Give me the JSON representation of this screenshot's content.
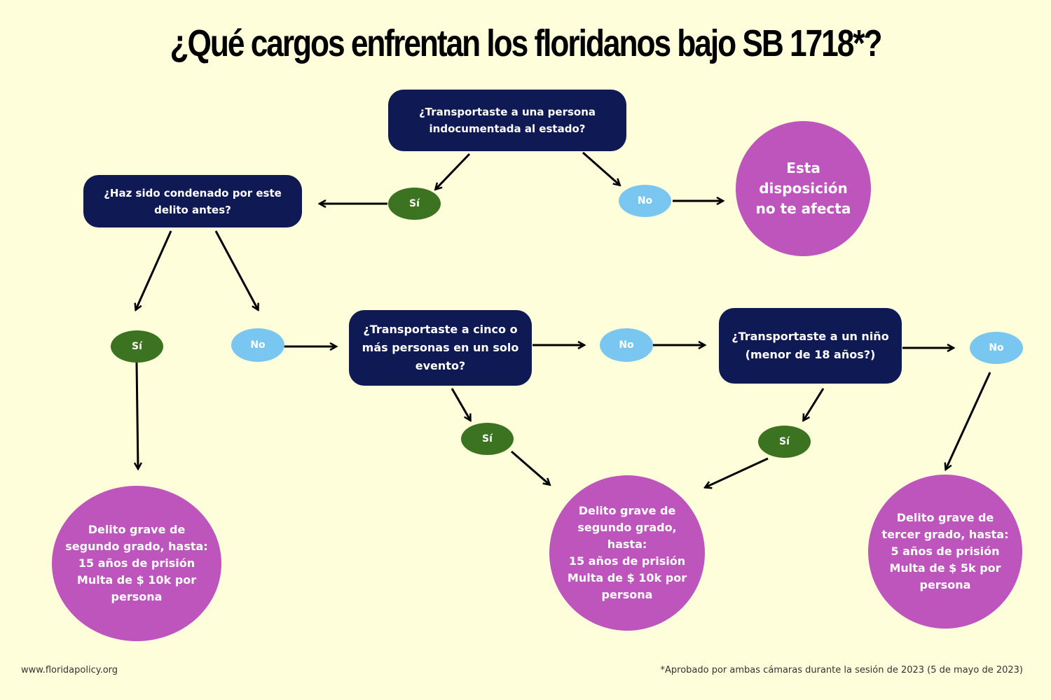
{
  "title": "¿Qué cargos enfrentan los floridanos bajo SB 1718*?",
  "nodes": {
    "q_transport": "¿Transportaste a una persona indocumentada al estado?",
    "q_convicted": "¿Haz sido condenado por este delito antes?",
    "q_five": "¿Transportaste a cinco o más personas en un solo evento?",
    "q_child": "¿Transportaste a un niño (menor de 18 años?)"
  },
  "answers": {
    "yes": "Sí",
    "no": "No"
  },
  "outcomes": {
    "not_affected": "Esta disposición no te afecta",
    "second_degree_a": "Delito grave de segundo grado, hasta:\n15 años de prisión\nMulta de $ 10k por persona",
    "second_degree_b": "Delito grave de segundo grado, hasta:\n15 años de prisión\nMulta de $ 10k por persona",
    "third_degree": "Delito grave de tercer grado, hasta:\n5 años de prisión\nMulta de $ 5k por persona"
  },
  "footer": {
    "website": "www.floridapolicy.org",
    "note": "*Aprobado por ambas cámaras durante la sesión de 2023 (5 de mayo de 2023)"
  },
  "colors": {
    "background": "#fefedb",
    "question_box": "#0f1a55",
    "yes_oval": "#3b7321",
    "no_oval": "#79c7f0",
    "outcome_circle": "#bd55bd"
  }
}
